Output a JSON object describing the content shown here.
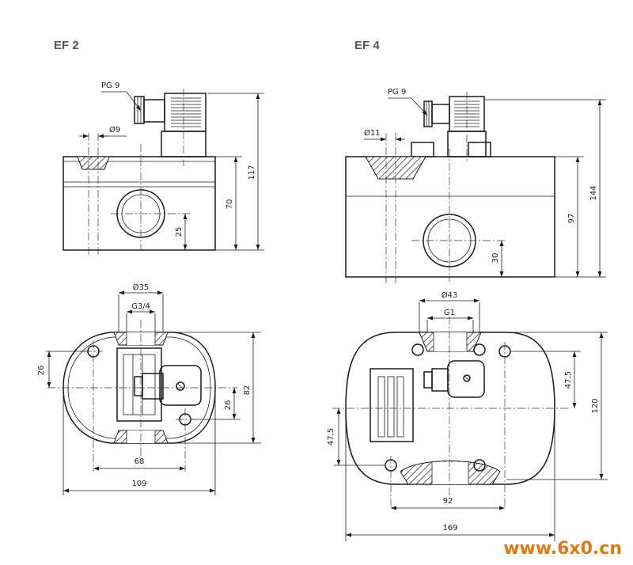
{
  "titles": {
    "ef2": "EF 2",
    "ef4": "EF 4"
  },
  "ef2": {
    "connector": "PG 9",
    "hole_dia": "Ø9",
    "port_dia": "Ø35",
    "thread": "G3/4",
    "h_total": "117",
    "h_body": "70",
    "h_port": "25",
    "w_holes": "68",
    "w_total": "109",
    "d_depth": "82",
    "off_left": "26",
    "off_right": "26"
  },
  "ef4": {
    "connector": "PG 9",
    "hole_dia": "Ø11",
    "port_dia": "Ø43",
    "thread": "G1",
    "h_total": "144",
    "h_body": "97",
    "h_port": "30",
    "w_holes": "92",
    "w_total": "169",
    "d_depth": "120",
    "off_left": "47,5",
    "off_right": "47,5"
  },
  "watermark": "www.6x0.cn"
}
